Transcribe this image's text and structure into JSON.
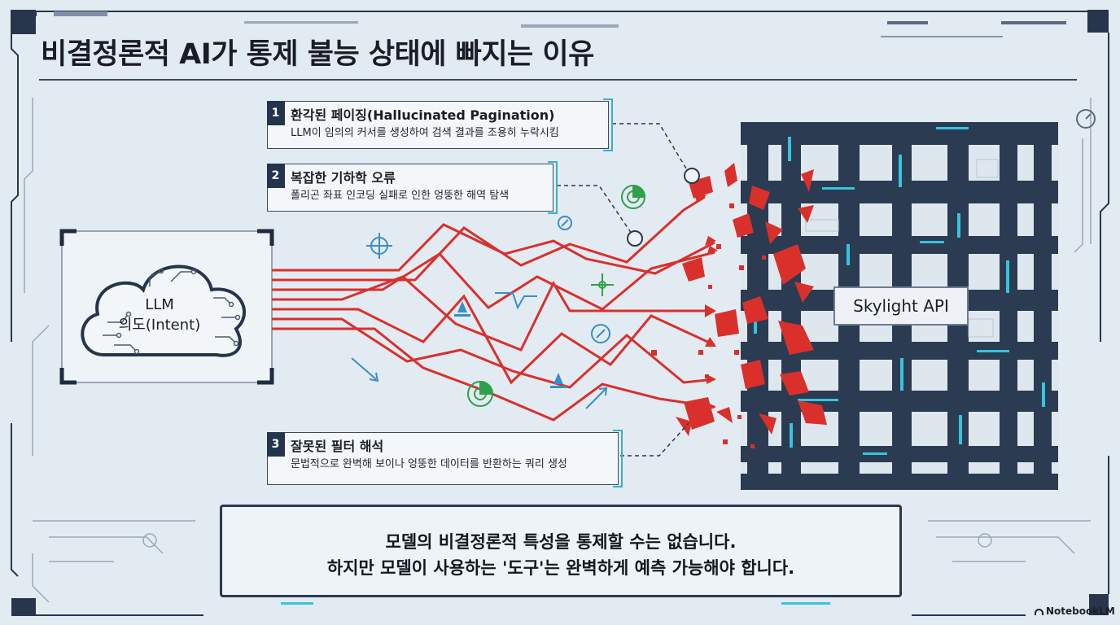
{
  "title": "비결정론적 AI가 통제 불능 상태에 빠지는 이유",
  "source": {
    "line1": "LLM",
    "line2": "의도(Intent)"
  },
  "callouts": [
    {
      "num": "1",
      "title": "환각된 페이징(Hallucinated Pagination)",
      "desc": "LLM이 임의의 커서를 생성하여 검색 결과를 조용히 누락시킴"
    },
    {
      "num": "2",
      "title": "복잡한 기하학 오류",
      "desc": "폴리곤 좌표 인코딩 실패로 인한 엉뚱한 해역 탐색"
    },
    {
      "num": "3",
      "title": "잘못된 필터 해석",
      "desc": "문법적으로 완벽해 보이나 엉뚱한 데이터를 반환하는 쿼리 생성"
    }
  ],
  "target": {
    "label": "Skylight API"
  },
  "conclusion": {
    "line1": "모델의 비결정론적 특성을 통제할 수는 없습니다.",
    "line2": "하지만 모델이 사용하는 '도구'는 완벽하게 예측 가능해야 합니다."
  },
  "brand": "NotebookLM",
  "colors": {
    "background": "#e3ebf2",
    "frame": "#25344a",
    "error_red": "#d9302c",
    "accent_cyan": "#36c4dc",
    "grid": "#2a3b52"
  }
}
